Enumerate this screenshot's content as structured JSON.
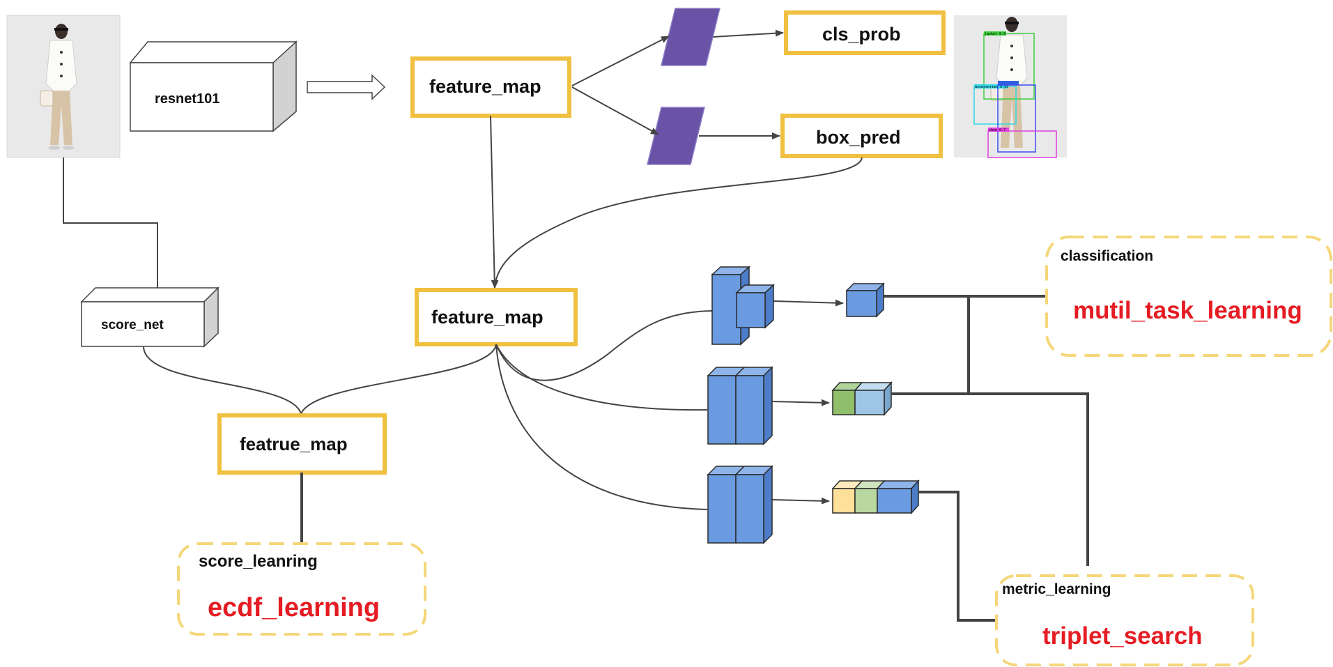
{
  "colors": {
    "yellow_border": "#f0c040",
    "dashed_border": "#f5d77a",
    "red_text": "#e51c23",
    "purple_shape": "#6a52a6",
    "cube_blue": "#6a9ae0",
    "cube_light_blue": "#9ec4e6",
    "cube_green": "#8fbf6a",
    "cube_light_green": "#b8d8a0",
    "cube_yellow": "#ffe09a",
    "line": "#444444"
  },
  "nodes": {
    "resnet": "resnet101",
    "score_net": "score_net",
    "feature_map_top": "feature_map",
    "feature_map_mid": "feature_map",
    "featrue_map": "featrue_map",
    "cls_prob": "cls_prob",
    "box_pred": "box_pred"
  },
  "groups": {
    "score": {
      "heading": "score_leanring",
      "method": "ecdf_learning"
    },
    "classification": {
      "heading": "classification",
      "method": "mutil_task_learning"
    },
    "metric": {
      "heading": "metric_learning",
      "method": "triplet_search"
    }
  },
  "images": {
    "input_photo": "person-photo",
    "output_photo": "detection-result-photo",
    "detection_labels": [
      "jacket 0.9",
      "accessories 0.99",
      "shoe 0.7"
    ]
  }
}
